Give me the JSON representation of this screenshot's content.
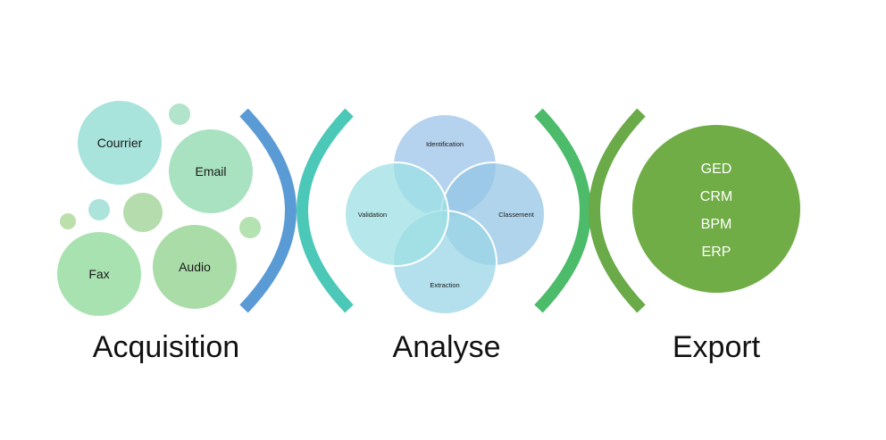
{
  "stages": {
    "acquisition": {
      "label": "Acquisition",
      "sources": [
        "Courrier",
        "Email",
        "Fax",
        "Audio"
      ]
    },
    "analyse": {
      "label": "Analyse",
      "steps": [
        "Identification",
        "Validation",
        "Classement",
        "Extraction"
      ]
    },
    "export": {
      "label": "Export",
      "targets": [
        "GED",
        "CRM",
        "BPM",
        "ERP"
      ]
    }
  },
  "colors": {
    "courrier": "#a8e3dc",
    "email": "#a8e2c0",
    "fax": "#a8e2b0",
    "audio": "#aadca8",
    "small_bubble": "#b0e0c8",
    "identification": "#9cc4e8",
    "validation": "#9ee0e4",
    "classement": "#96c6e6",
    "extraction": "#9ad6e6",
    "bracket_blue": "#5b9bd5",
    "bracket_teal": "#4cc8b8",
    "bracket_green": "#4cbb6a",
    "bracket_olive": "#6aaa48",
    "export_circle": "#70ad47"
  }
}
